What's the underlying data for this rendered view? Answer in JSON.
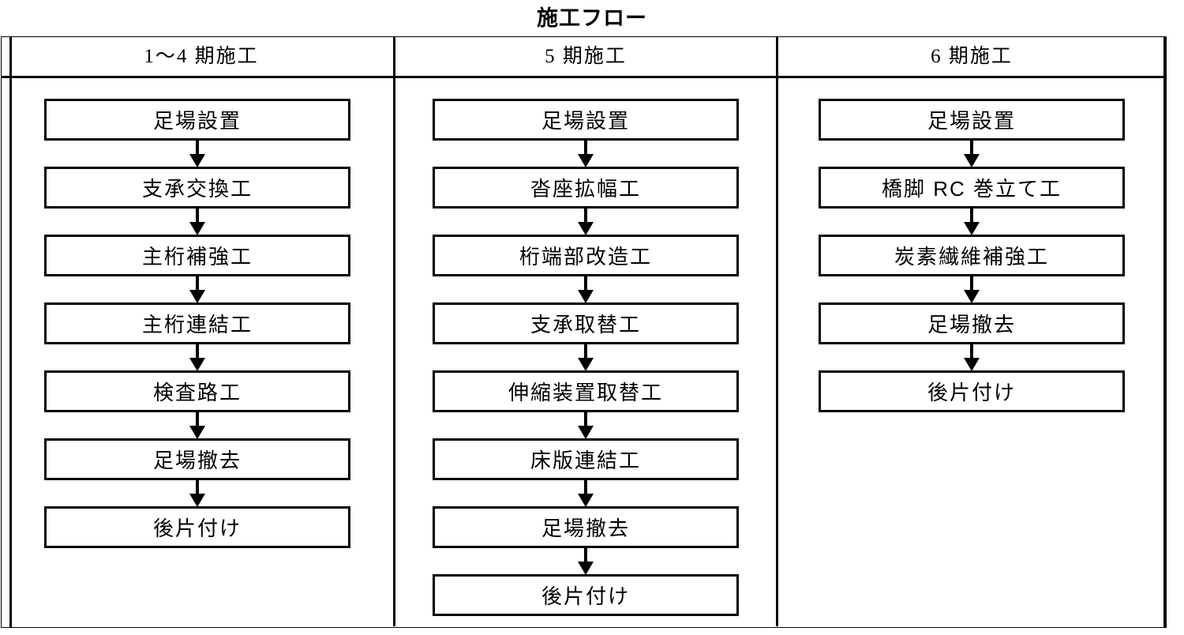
{
  "title": "施工フロー",
  "table": {
    "columns": [
      {
        "header": "1～4 期施工",
        "steps": [
          "足場設置",
          "支承交換工",
          "主桁補強工",
          "主桁連結工",
          "検査路工",
          "足場撤去",
          "後片付け"
        ]
      },
      {
        "header": "5 期施工",
        "steps": [
          "足場設置",
          "沓座拡幅工",
          "桁端部改造工",
          "支承取替工",
          "伸縮装置取替工",
          "床版連結工",
          "足場撤去",
          "後片付け"
        ]
      },
      {
        "header": "6 期施工",
        "steps": [
          "足場設置",
          "橋脚 RC 巻立て工",
          "炭素繊維補強工",
          "足場撤去",
          "後片付け"
        ]
      }
    ]
  },
  "colors": {
    "line": "#000000",
    "background": "#ffffff",
    "text": "#000000"
  }
}
